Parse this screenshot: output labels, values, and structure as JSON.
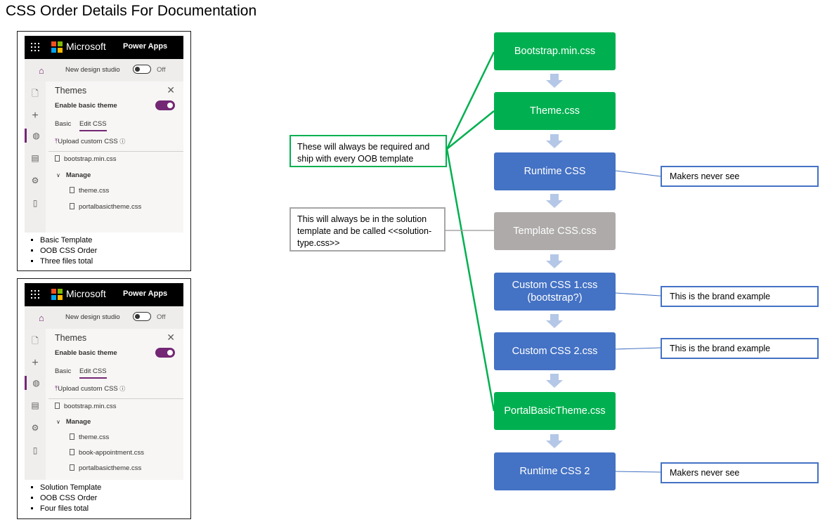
{
  "title": "CSS Order Details For Documentation",
  "brand": {
    "logo_colors": [
      "#f25022",
      "#7fba00",
      "#00a4ef",
      "#ffb900"
    ],
    "accent": "#742774"
  },
  "screenshots": [
    {
      "app_name": "Microsoft",
      "product": "Power Apps",
      "design_studio_label": "New design studio",
      "toggle_state": "Off",
      "panel_title": "Themes",
      "enable_basic_theme": "Enable basic theme",
      "tabs": [
        "Basic",
        "Edit CSS"
      ],
      "upload": "Upload custom CSS",
      "files": [
        "bootstrap.min.css"
      ],
      "manage_label": "Manage",
      "managed_files": [
        "theme.css",
        "portalbasictheme.css"
      ],
      "bullets": [
        "Basic Template",
        "OOB CSS Order",
        "Three files total"
      ]
    },
    {
      "app_name": "Microsoft",
      "product": "Power Apps",
      "design_studio_label": "New design studio",
      "toggle_state": "Off",
      "panel_title": "Themes",
      "enable_basic_theme": "Enable basic theme",
      "tabs": [
        "Basic",
        "Edit CSS"
      ],
      "upload": "Upload custom CSS",
      "files": [
        "bootstrap.min.css"
      ],
      "manage_label": "Manage",
      "managed_files": [
        "theme.css",
        "book-appointment.css",
        "portalbasictheme.css"
      ],
      "bullets": [
        "Solution Template",
        "OOB CSS Order",
        "Four files total"
      ]
    }
  ],
  "flow": [
    {
      "label": "Bootstrap.min.css",
      "color": "#00b050"
    },
    {
      "label": "Theme.css",
      "color": "#00b050"
    },
    {
      "label": "Runtime CSS",
      "color": "#4472c4"
    },
    {
      "label": "Template CSS.css",
      "color": "#aeaaaa"
    },
    {
      "label": "Custom CSS 1.css\n(bootstrap?)",
      "color": "#4472c4"
    },
    {
      "label": "Custom CSS 2.css",
      "color": "#4472c4"
    },
    {
      "label": "PortalBasicTheme.css",
      "color": "#00b050"
    },
    {
      "label": "Runtime CSS 2",
      "color": "#4472c4"
    }
  ],
  "notes": {
    "required": "These will always be required and ship with every OOB template",
    "solution": "This will always be in the solution template and be called <<solution-type.css>>"
  },
  "side_notes": {
    "runtime": "Makers never see",
    "custom1": "This is the brand example",
    "custom2": "This is the brand example",
    "runtime2": "Makers never see"
  },
  "colors": {
    "green": "#00b050",
    "blue": "#4472c4",
    "gray": "#aeaaaa",
    "arrow": "#b4c7e7"
  }
}
